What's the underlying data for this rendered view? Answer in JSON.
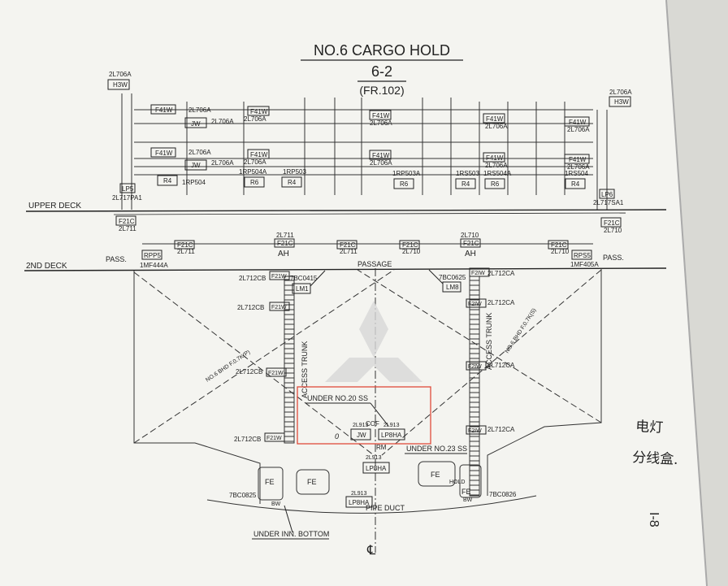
{
  "header": {
    "title": "NO.6 CARGO HOLD",
    "subtitle": "6-2",
    "frame": "(FR.102)"
  },
  "decks": {
    "upper": "UPPER DECK",
    "second": "2ND DECK",
    "passage": "PASSAGE",
    "pass": "PASS."
  },
  "top_left": {
    "ref": "2L706A",
    "box": "H3W"
  },
  "top_right": {
    "ref": "2L706A",
    "box": "H3W"
  },
  "fixtures": {
    "f41w": "F41W",
    "ref_706": "2L706A",
    "jw": "JW",
    "r4": "R4",
    "r6": "R6",
    "f21c": "F21C",
    "f21w": "F21W",
    "f2iw": "F2IW"
  },
  "circuits": {
    "rp504": "1RP504",
    "rp504a": "1RP504A",
    "rp503": "1RP503",
    "rp503a": "1RP503A",
    "rs503": "1RS503",
    "rs504a": "1RS504A",
    "rs504": "1RS504",
    "l711": "2L711",
    "l710": "2L710",
    "l712cb": "2L712CB",
    "l712ca": "2L712CA",
    "l913": "2L913"
  },
  "panels": {
    "lp5": "LP5",
    "lp5_ref": "2L717PA1",
    "lp6": "LP6",
    "lp6_ref": "2L717SA1",
    "rpp5": "RPP5",
    "mf_left": "1MF444A",
    "rps5": "RPS5",
    "mf_right": "1MF405A",
    "lm1": "LM1",
    "lm1_ref": "7BC0415",
    "lm8": "LM8",
    "lm8_ref": "7BC0625",
    "lp8ha": "LP8HA",
    "bc_left": "7BC0825",
    "bc_right": "7BC0826"
  },
  "labels": {
    "ah": "AH",
    "access_trunk": "ACCESS TRUNK",
    "bhd_p": "NO.6 BHD F.0.7K(P)",
    "bhd_s": "NO.6 BHD F.0.7K(S)",
    "under20": "UNDER NO.20 SS",
    "under23": "UNDER NO.23 SS",
    "under_inn": "UNDER INN. BOTTOM",
    "pipe_duct": "PIPE DUCT",
    "cofr": "COF",
    "rm": "RM",
    "fe": "FE",
    "hold": "HOLD",
    "bw": "BW",
    "zero": "0",
    "centerline": "℄",
    "page": "I-8"
  },
  "annotation": {
    "line1": "电灯",
    "line2": "分线盒."
  },
  "colors": {
    "highlight": "#e04a3a",
    "ink": "#2a2a2a",
    "paper": "#f4f4f0"
  }
}
